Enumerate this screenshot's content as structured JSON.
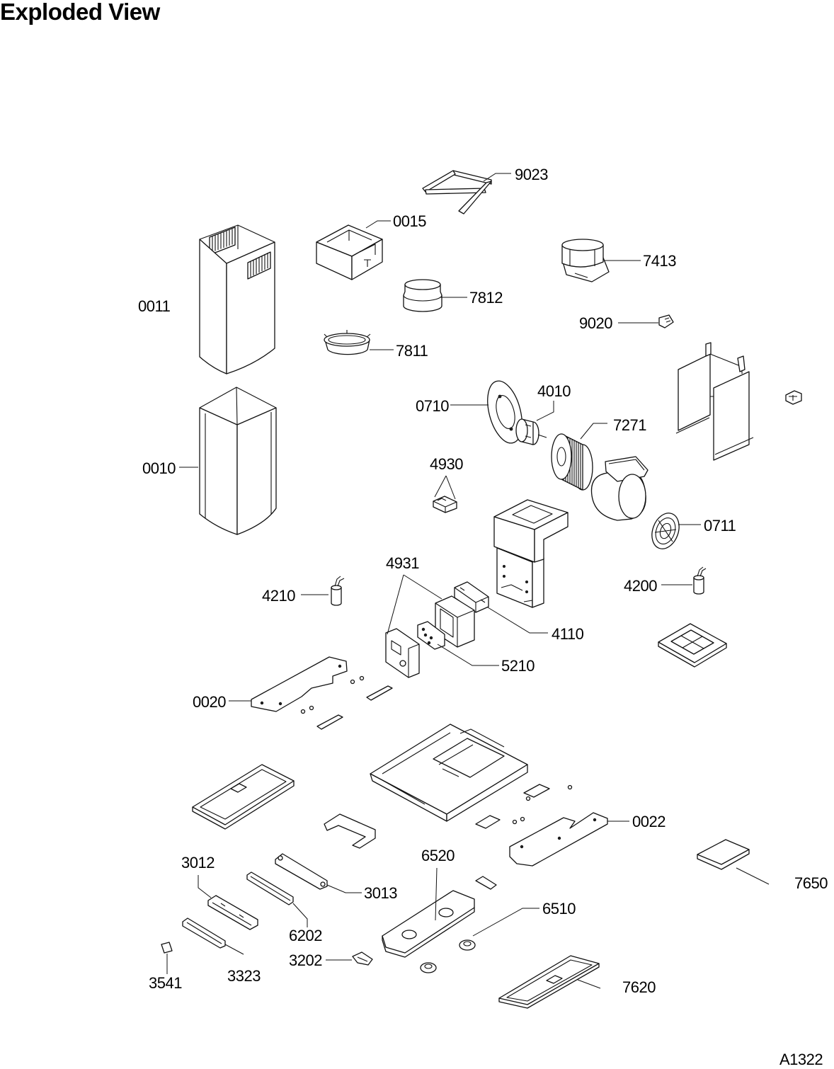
{
  "title": "Exploded View",
  "drawing_code": "A1322",
  "callouts": [
    "9023",
    "0015",
    "7413",
    "0011",
    "7812",
    "9020",
    "7811",
    "0710",
    "4010",
    "7271",
    "4930",
    "0010",
    "0711",
    "4931",
    "4210",
    "4200",
    "4110",
    "5210",
    "0020",
    "0022",
    "3012",
    "6520",
    "3013",
    "7650",
    "6202",
    "6510",
    "3202",
    "3541",
    "3323",
    "7620"
  ]
}
